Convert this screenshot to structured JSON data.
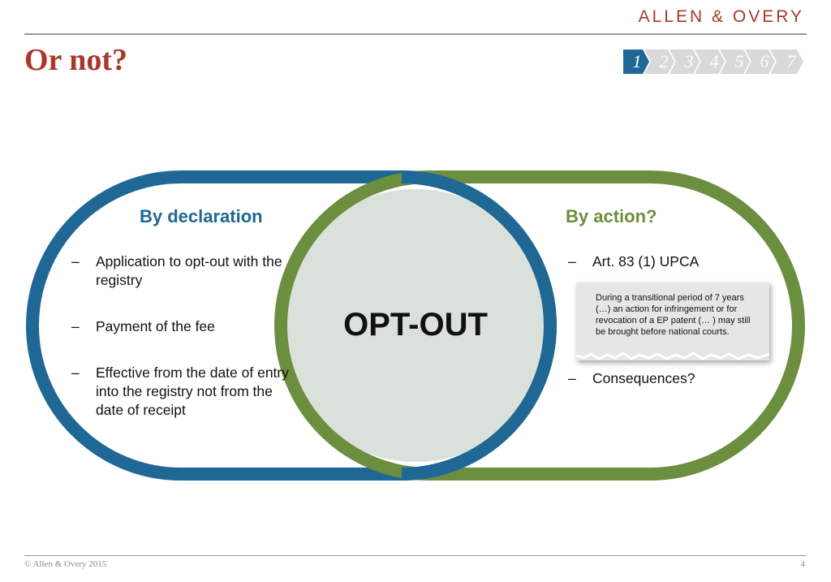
{
  "header": {
    "logo_text": "ALLEN & OVERY",
    "title": "Or not?"
  },
  "steps": {
    "items": [
      "1",
      "2",
      "3",
      "4",
      "5",
      "6",
      "7"
    ],
    "active_index": 0,
    "colors": {
      "active": "#1f6896",
      "inactive": "#d9d9d9"
    }
  },
  "diagram": {
    "left": {
      "heading": "By declaration",
      "bullets": [
        "Application to opt-out with the registry",
        "Payment of the fee",
        "Effective from the date of entry into the registry not from the date of receipt"
      ]
    },
    "center": {
      "label": "OPT-OUT"
    },
    "right": {
      "heading": "By action?",
      "bullets": [
        "Art. 83 (1) UPCA",
        "Consequences?"
      ],
      "note": "During a transitional period of 7 years (…) an action for infringement or for revocation of a EP patent (… ) may still be brought before national courts."
    },
    "dash": "–",
    "colors": {
      "blue": "#1f6896",
      "green": "#6b8f3f",
      "overlap_fill": "#d9e1da"
    }
  },
  "footer": {
    "copyright": "© Allen & Overy 2015",
    "page_number": "4"
  }
}
